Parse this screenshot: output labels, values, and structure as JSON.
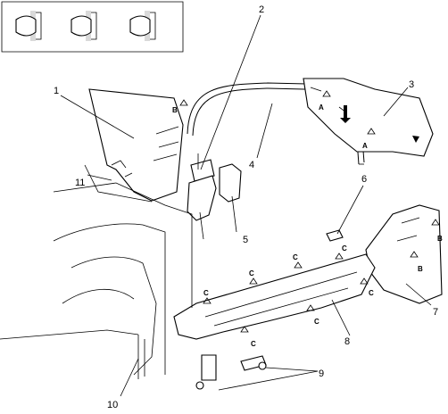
{
  "callouts": {
    "c1": "1",
    "c2": "2",
    "c3": "3",
    "c4": "4",
    "c5": "5",
    "c6": "6",
    "c7": "7",
    "c8": "8",
    "c9": "9",
    "c10": "10",
    "c11": "11"
  },
  "clip_tags": {
    "a": "A",
    "b": "B",
    "c": "C"
  },
  "colors": {
    "line": "#000000",
    "background": "#ffffff",
    "shade": "#d9d9d9"
  }
}
